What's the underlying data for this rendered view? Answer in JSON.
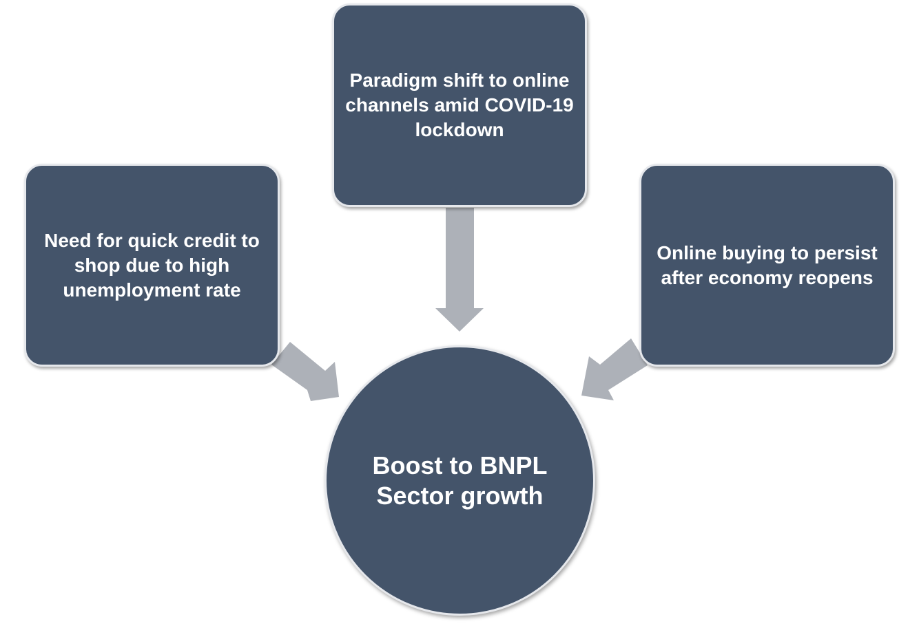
{
  "diagram": {
    "center": {
      "label": "Boost to BNPL Sector growth"
    },
    "nodes": {
      "top": {
        "label": "Paradigm shift to online channels amid COVID-19 lockdown"
      },
      "left": {
        "label": "Need for quick credit to shop due to high unemployment rate"
      },
      "right": {
        "label": "Online buying to persist after economy reopens"
      }
    },
    "colors": {
      "node_fill": "#44546a",
      "node_border": "#e6e8ec",
      "arrow": "#adb1b8",
      "text": "#ffffff"
    }
  }
}
